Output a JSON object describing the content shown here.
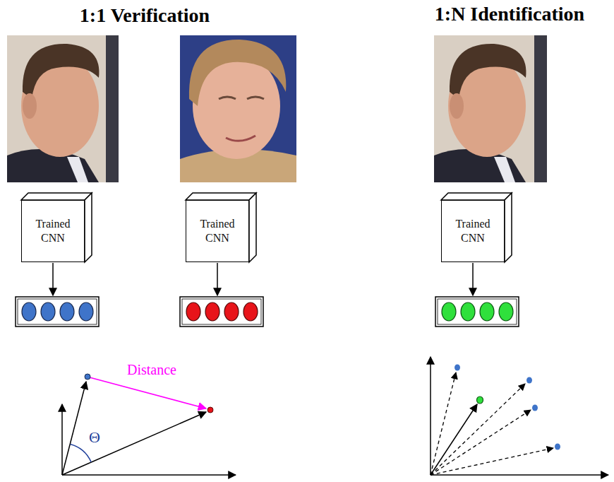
{
  "diagram": {
    "nodes": [
      {
        "text": [
          "Trained CNN"
        ]
      },
      {
        "text": [
          "Trained CNN"
        ]
      },
      {
        "text": [
          "Trained CNN"
        ]
      }
    ],
    "labels": [
      "1:1 Verification",
      "1:N Identification",
      "Distance",
      "Θ"
    ]
  }
}
